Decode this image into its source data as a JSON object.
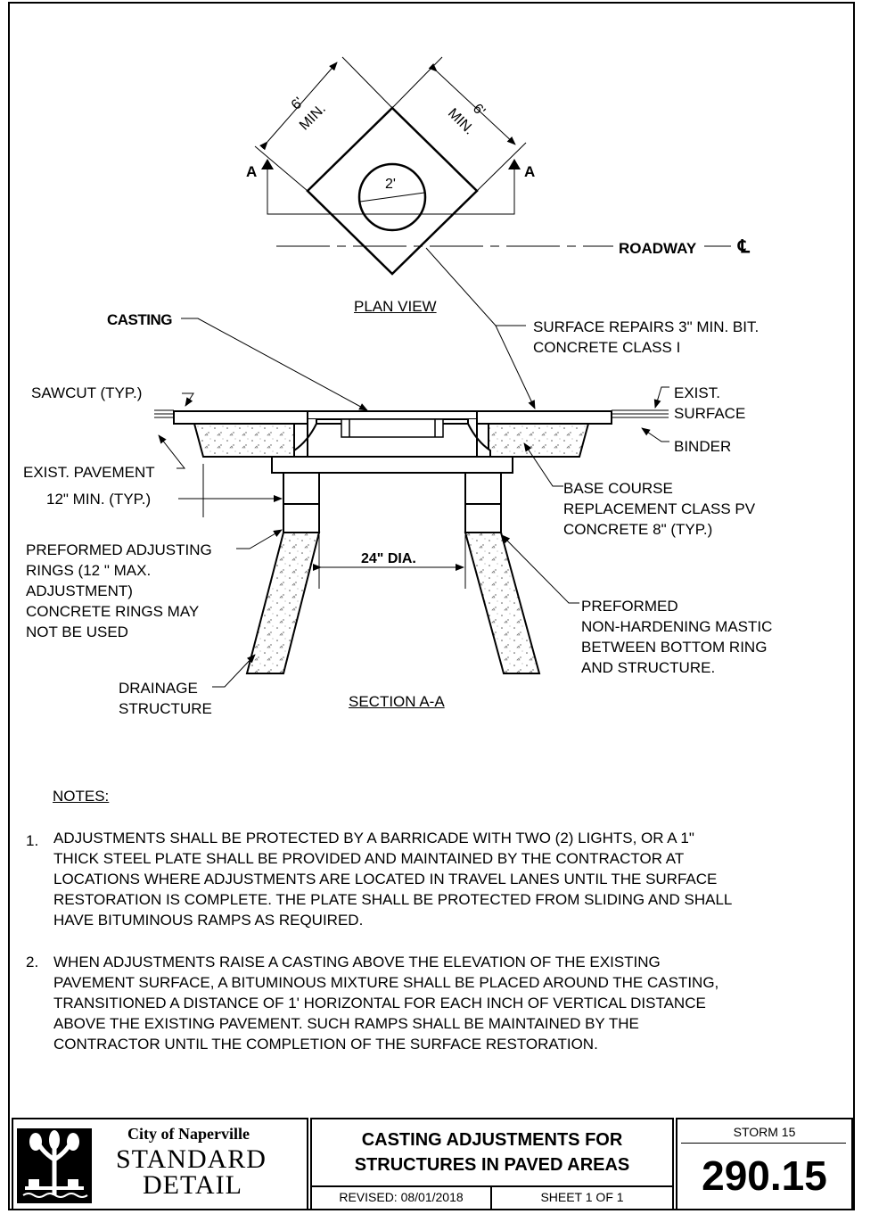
{
  "plan": {
    "dim_left": "6'",
    "dim_right": "6'",
    "min_left": "MIN.",
    "min_right": "MIN.",
    "circle": "2'",
    "section_a_left": "A",
    "section_a_right": "A",
    "roadway": "ROADWAY",
    "centerline": "℄",
    "title": "PLAN VIEW"
  },
  "section": {
    "casting": "CASTING",
    "surface_repairs": [
      "SURFACE REPAIRS 3\" MIN. BIT.",
      "CONCRETE CLASS I"
    ],
    "sawcut": "SAWCUT (TYP.)",
    "exist": "EXIST.",
    "surface": "SURFACE",
    "binder": "BINDER",
    "exist_pavement": "EXIST. PAVEMENT",
    "min12": "12\" MIN. (TYP.)",
    "base_course": [
      "BASE COURSE",
      "REPLACEMENT CLASS PV",
      "CONCRETE 8\" (TYP.)"
    ],
    "rings": [
      "PREFORMED ADJUSTING",
      "RINGS (12 \" MAX.",
      "ADJUSTMENT)",
      "CONCRETE RINGS MAY",
      "NOT BE USED"
    ],
    "dia": "24\" DIA.",
    "mastic": [
      "PREFORMED",
      "NON-HARDENING MASTIC",
      "BETWEEN BOTTOM RING",
      "AND  STRUCTURE."
    ],
    "drainage": [
      "DRAINAGE",
      "STRUCTURE"
    ],
    "title": "SECTION A-A"
  },
  "notes": {
    "heading": "NOTES:",
    "items": [
      {
        "num": "1.",
        "lines": [
          "ADJUSTMENTS SHALL BE PROTECTED BY A BARRICADE WITH TWO (2) LIGHTS, OR A 1\"",
          "THICK  STEEL PLATE SHALL BE PROVIDED AND MAINTAINED BY THE CONTRACTOR AT",
          "LOCATIONS WHERE  ADJUSTMENTS ARE LOCATED IN TRAVEL LANES UNTIL THE SURFACE",
          "RESTORATION IS COMPLETE.  THE PLATE SHALL BE PROTECTED FROM SLIDING AND SHALL",
          "HAVE BITUMINOUS RAMPS AS REQUIRED."
        ]
      },
      {
        "num": "2.",
        "lines": [
          "WHEN ADJUSTMENTS RAISE A CASTING ABOVE THE ELEVATION OF THE EXISTING",
          "PAVEMENT SURFACE, A BITUMINOUS MIXTURE SHALL BE PLACED AROUND THE CASTING,",
          "TRANSITIONED A DISTANCE OF 1' HORIZONTAL FOR EACH INCH OF VERTICAL DISTANCE",
          "ABOVE THE EXISTING PAVEMENT.  SUCH RAMPS SHALL BE MAINTAINED BY THE",
          "CONTRACTOR UNTIL THE COMPLETION OF THE SURFACE RESTORATION."
        ]
      }
    ]
  },
  "title_block": {
    "city": "City of Naperville",
    "standard": "STANDARD",
    "detail": "DETAIL",
    "title_line1": "CASTING ADJUSTMENTS FOR",
    "title_line2": "STRUCTURES IN PAVED AREAS",
    "revised": "REVISED: 08/01/2018",
    "sheet": "SHEET 1 OF 1",
    "category": "STORM 15",
    "number": "290.15",
    "logo_icon": "naperville-tree-logo"
  }
}
